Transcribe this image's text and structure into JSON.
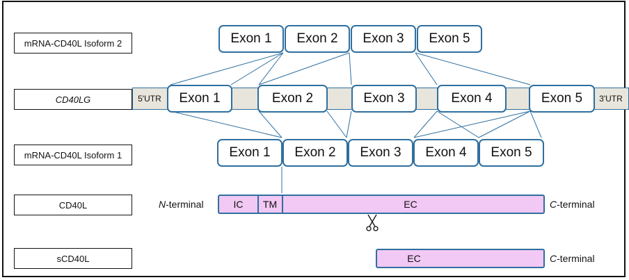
{
  "row_labels": {
    "isoform2": "mRNA-CD40L Isoform 2",
    "gene": "CD40LG",
    "isoform1": "mRNA-CD40L Isoform 1",
    "protein": "CD40L",
    "soluble": "sCD40L"
  },
  "isoform2_exons": [
    "Exon 1",
    "Exon 2",
    "Exon 3",
    "Exon 5"
  ],
  "gene_exons": [
    "Exon 1",
    "Exon 2",
    "Exon 3",
    "Exon 4",
    "Exon 5"
  ],
  "utr": {
    "five": "5'UTR",
    "three": "3'UTR"
  },
  "isoform1_exons": [
    "Exon 1",
    "Exon 2",
    "Exon 3",
    "Exon 4",
    "Exon 5"
  ],
  "protein": {
    "n_terminal_letter": "N",
    "n_terminal_suffix": "-terminal",
    "c_terminal_letter": "C",
    "c_terminal_suffix": "-terminal",
    "ic": "IC",
    "tm": "TM",
    "ec": "EC"
  },
  "soluble": {
    "ec": "EC",
    "c_terminal_letter": "C",
    "c_terminal_suffix": "-terminal"
  },
  "icons": {
    "cleavage": "scissors-icon"
  },
  "colors": {
    "exon_border": "#2f6f9f",
    "gene_fill": "#e8e5dc",
    "protein_fill": "#f2c8f4"
  }
}
